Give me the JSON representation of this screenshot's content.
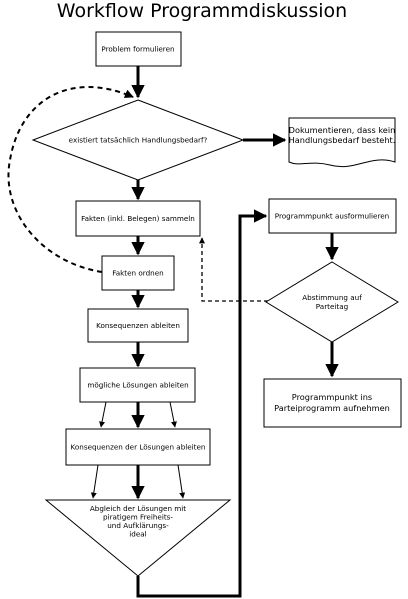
{
  "title": "Workflow Programmdiskussion",
  "nodes": {
    "problem": "Problem formulieren",
    "decision": "existiert tatsächlich Handlungsbedarf?",
    "document": [
      "Dokumentieren, dass kein",
      "Handlungsbedarf besteht."
    ],
    "fakten_sammeln": "Fakten (inkl. Belegen) sammeln",
    "fakten_ordnen": "Fakten ordnen",
    "konsequenzen": "Konsequenzen ableiten",
    "loesungen": "mögliche Lösungen ableiten",
    "konsequenzen_loesungen": "Konsequenzen der Lösungen ableiten",
    "abgleich": [
      "Abgleich der Lösungen mit",
      "piratigem Freiheits-",
      "und Aufklärungs-",
      "ideal"
    ],
    "programmpunkt": "Programmpunkt ausformulieren",
    "abstimmung": [
      "Abstimmung auf",
      "Parteitag"
    ],
    "aufnehmen": [
      "Programmpunkt ins",
      "Parteiprogramm aufnehmen"
    ]
  }
}
